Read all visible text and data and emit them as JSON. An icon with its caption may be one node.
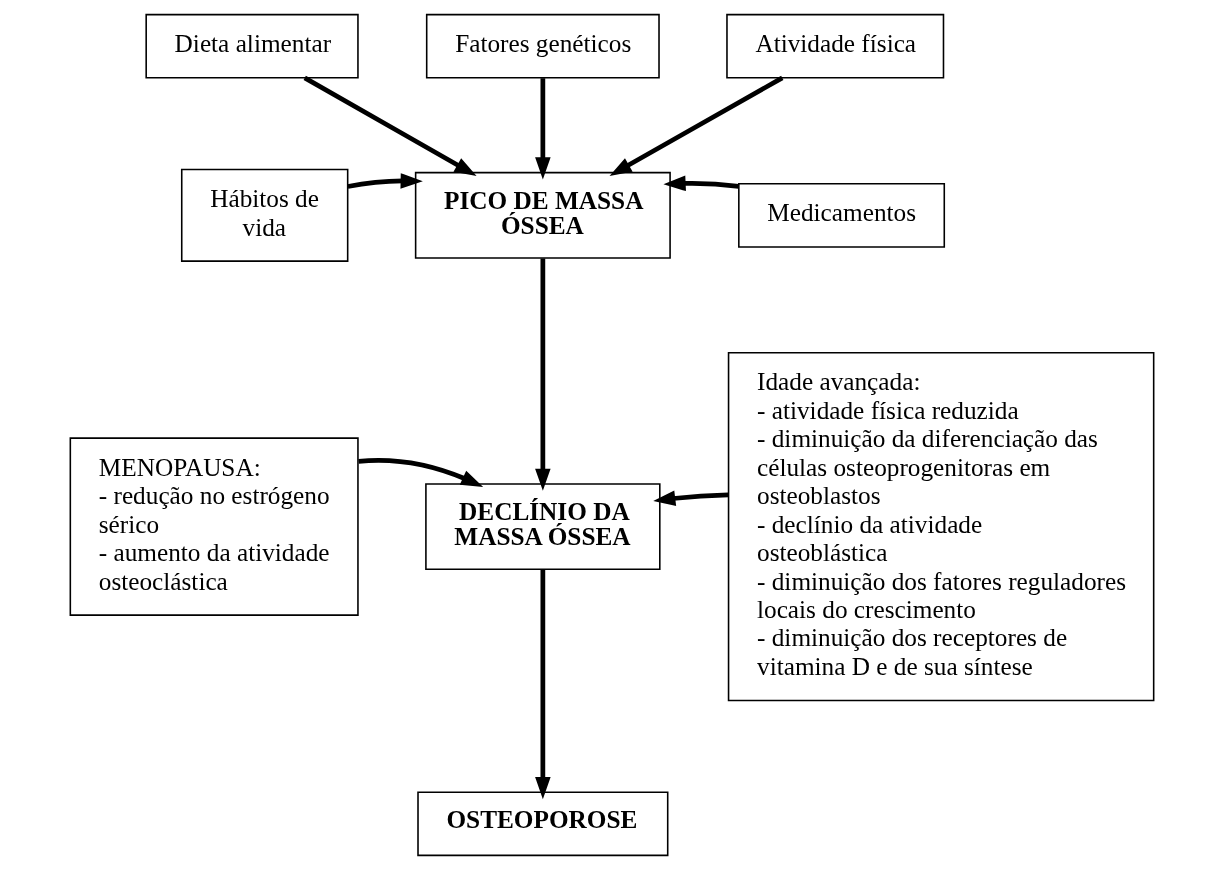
{
  "diagram": {
    "nodes": [
      {
        "text": [
          "Dieta alimentar"
        ]
      },
      {
        "text": [
          "Fatores genéticos"
        ]
      },
      {
        "text": [
          "Atividade física"
        ]
      },
      {
        "text": [
          "Hábitos de vida"
        ]
      },
      {
        "text": [
          "PICO DE MASSA ÓSSEA"
        ]
      },
      {
        "text": [
          "Medicamentos"
        ]
      },
      {
        "text": [
          "MENOPAUSA:",
          "- redução no estrógeno sérico",
          "- aumento da atividade osteoclástica"
        ]
      },
      {
        "text": [
          "DECLÍNIO DA MASSA ÓSSEA"
        ]
      },
      {
        "text": [
          "Idade avançada:",
          "- atividade física reduzida",
          "- diminuição da diferenciação das células osteoprogenitoras em osteoblastos",
          "- declínio da atividade osteoblástica",
          "- diminuição dos fatores reguladores locais do crescimento",
          "- diminuição dos receptores de vitamina D e de sua síntese"
        ]
      },
      {
        "text": [
          "OSTEOPOROSE"
        ]
      }
    ],
    "edges": [
      {
        "from": 0,
        "to": 4,
        "arrow": "to"
      },
      {
        "from": 1,
        "to": 4,
        "arrow": "to"
      },
      {
        "from": 2,
        "to": 4,
        "arrow": "to"
      },
      {
        "from": 3,
        "to": 4,
        "arrow": "to"
      },
      {
        "from": 5,
        "to": 4,
        "arrow": "to"
      },
      {
        "from": 4,
        "to": 7,
        "arrow": "to"
      },
      {
        "from": 6,
        "to": 7,
        "arrow": "to"
      },
      {
        "from": 8,
        "to": 7,
        "arrow": "to"
      },
      {
        "from": 7,
        "to": 9,
        "arrow": "to"
      }
    ]
  }
}
